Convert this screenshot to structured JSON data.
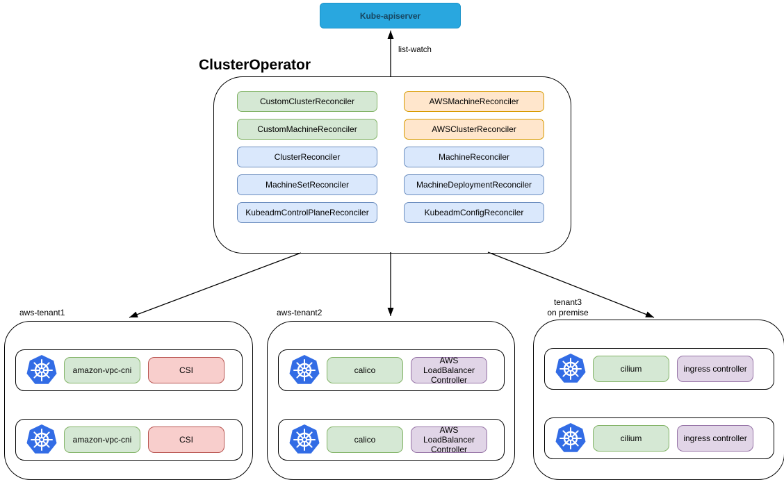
{
  "palette": {
    "apiserver_fill": "#29A7DF",
    "apiserver_text": "#17455F",
    "kubernetes_blue": "#326CE5",
    "green_fill": "#D5E8D4",
    "green_border": "#82B366",
    "orange_fill": "#FFE6CC",
    "orange_border": "#D79B00",
    "blue_fill": "#DAE8FC",
    "blue_border": "#6C8EBF",
    "red_fill": "#F8CECC",
    "red_border": "#B85450",
    "purple_fill": "#E1D5E7",
    "purple_border": "#9673A6"
  },
  "apiserver": {
    "label": "Kube-apiserver"
  },
  "edges": {
    "list_watch_label": "list-watch"
  },
  "operator": {
    "title": "ClusterOperator",
    "left": [
      {
        "label": "CustomClusterReconciler",
        "color": "green"
      },
      {
        "label": "CustomMachineReconciler",
        "color": "green"
      },
      {
        "label": "ClusterReconciler",
        "color": "blue"
      },
      {
        "label": "MachineSetReconciler",
        "color": "blue"
      },
      {
        "label": "KubeadmControlPlaneReconciler",
        "color": "blue"
      }
    ],
    "right": [
      {
        "label": "AWSMachineReconciler",
        "color": "orange"
      },
      {
        "label": "AWSClusterReconciler",
        "color": "orange"
      },
      {
        "label": "MachineReconciler",
        "color": "blue"
      },
      {
        "label": "MachineDeploymentReconciler",
        "color": "blue"
      },
      {
        "label": "KubeadmConfigReconciler",
        "color": "blue"
      }
    ]
  },
  "tenants": [
    {
      "label_lines": [
        "aws-tenant1"
      ],
      "clusters": [
        {
          "components": [
            {
              "label": "amazon-vpc-cni",
              "color": "green"
            },
            {
              "label": "CSI",
              "color": "red"
            }
          ]
        },
        {
          "components": [
            {
              "label": "amazon-vpc-cni",
              "color": "green"
            },
            {
              "label": "CSI",
              "color": "red"
            }
          ]
        }
      ]
    },
    {
      "label_lines": [
        "aws-tenant2"
      ],
      "clusters": [
        {
          "components": [
            {
              "label": "calico",
              "color": "green"
            },
            {
              "label": "AWS LoadBalancer Controller",
              "color": "purple"
            }
          ]
        },
        {
          "components": [
            {
              "label": "calico",
              "color": "green"
            },
            {
              "label": "AWS LoadBalancer Controller",
              "color": "purple"
            }
          ]
        }
      ]
    },
    {
      "label_lines": [
        "tenant3",
        "on premise"
      ],
      "clusters": [
        {
          "components": [
            {
              "label": "cilium",
              "color": "green"
            },
            {
              "label": "ingress controller",
              "color": "purple"
            }
          ]
        },
        {
          "components": [
            {
              "label": "cilium",
              "color": "green"
            },
            {
              "label": "ingress controller",
              "color": "purple"
            }
          ]
        }
      ]
    }
  ]
}
